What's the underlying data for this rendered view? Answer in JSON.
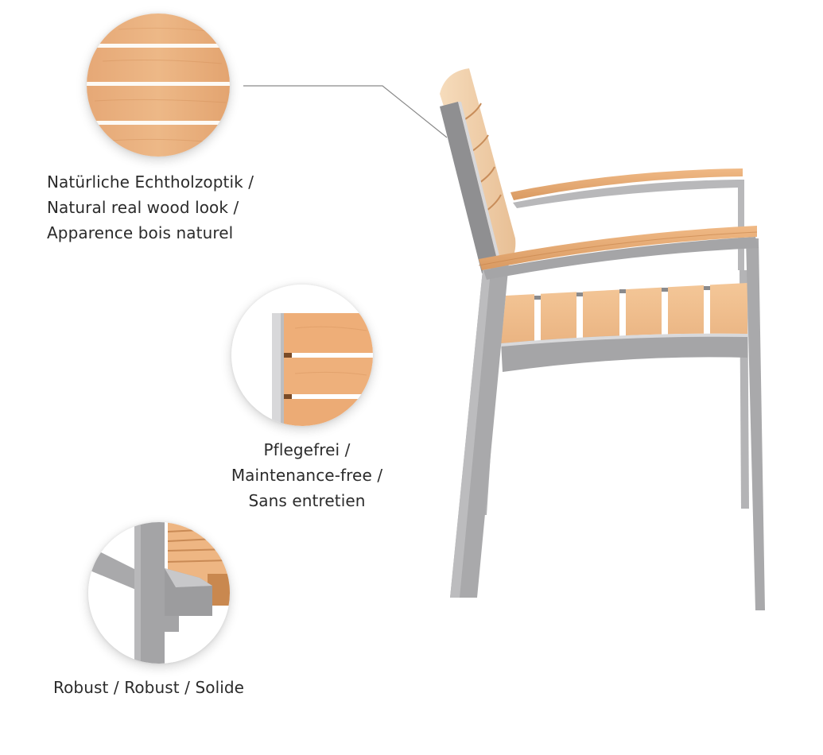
{
  "features": [
    {
      "id": "wood-look",
      "icon": "wood-planks-closeup",
      "lines": [
        "Natürliche Echtholzoptik /",
        "Natural real wood look /",
        "Apparence bois naturel"
      ]
    },
    {
      "id": "maintenance-free",
      "icon": "wood-slats-frame-closeup",
      "lines": [
        "Pflegefrei /",
        "Maintenance-free /",
        "Sans entretien"
      ]
    },
    {
      "id": "robust",
      "icon": "aluminium-joint-closeup",
      "lines": [
        "Robust / Robust / Solide"
      ]
    }
  ],
  "product": {
    "name": "stacking-armchair",
    "view": "side",
    "colors": {
      "wood": "#e9b07a",
      "wood_dark": "#c98a55",
      "wood_light": "#f3cfa5",
      "frame": "#a9a9ab",
      "frame_dark": "#8c8c8e",
      "text": "#2b2b2b",
      "leader_line": "#8a8a8a"
    }
  }
}
